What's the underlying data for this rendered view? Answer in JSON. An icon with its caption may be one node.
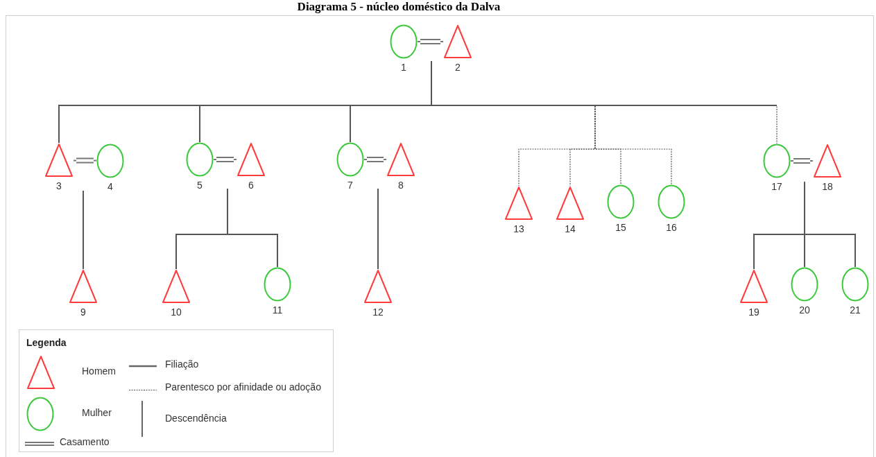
{
  "diagram": {
    "title": "Diagrama 5 - núcleo doméstico da Dalva",
    "nodes": [
      {
        "text": [],
        "shape": "circle",
        "beside": [
          "1"
        ]
      },
      {
        "text": [],
        "shape": "triangle",
        "beside": [
          "2"
        ]
      },
      {
        "text": [],
        "shape": "triangle",
        "beside": [
          "3"
        ]
      },
      {
        "text": [],
        "shape": "circle",
        "beside": [
          "4"
        ]
      },
      {
        "text": [],
        "shape": "circle",
        "beside": [
          "5"
        ]
      },
      {
        "text": [],
        "shape": "triangle",
        "beside": [
          "6"
        ]
      },
      {
        "text": [],
        "shape": "circle",
        "beside": [
          "7"
        ]
      },
      {
        "text": [],
        "shape": "triangle",
        "beside": [
          "8"
        ]
      },
      {
        "text": [],
        "shape": "triangle",
        "beside": [
          "9"
        ]
      },
      {
        "text": [],
        "shape": "triangle",
        "beside": [
          "10"
        ]
      },
      {
        "text": [],
        "shape": "circle",
        "beside": [
          "11"
        ]
      },
      {
        "text": [],
        "shape": "triangle",
        "beside": [
          "12"
        ]
      },
      {
        "text": [],
        "shape": "triangle",
        "beside": [
          "13"
        ]
      },
      {
        "text": [],
        "shape": "triangle",
        "beside": [
          "14"
        ]
      },
      {
        "text": [],
        "shape": "circle",
        "beside": [
          "15"
        ]
      },
      {
        "text": [],
        "shape": "circle",
        "beside": [
          "16"
        ]
      },
      {
        "text": [],
        "shape": "circle",
        "beside": [
          "17"
        ]
      },
      {
        "text": [],
        "shape": "triangle",
        "beside": [
          "18"
        ]
      },
      {
        "text": [],
        "shape": "triangle",
        "beside": [
          "19"
        ]
      },
      {
        "text": [],
        "shape": "circle",
        "beside": [
          "20"
        ]
      },
      {
        "text": [],
        "shape": "circle",
        "beside": [
          "21"
        ]
      }
    ],
    "edges": [
      {
        "from": 0,
        "to": 1,
        "arrow": "none"
      },
      {
        "from": null,
        "to": 2,
        "arrow": "none"
      },
      {
        "from": null,
        "to": 4,
        "arrow": "none"
      },
      {
        "from": null,
        "to": 6,
        "arrow": "none"
      },
      {
        "from": null,
        "to": 12,
        "arrow": "none",
        "style": "dashed"
      },
      {
        "from": null,
        "to": 13,
        "arrow": "none",
        "style": "dashed"
      },
      {
        "from": null,
        "to": 14,
        "arrow": "none",
        "style": "dashed"
      },
      {
        "from": null,
        "to": 15,
        "arrow": "none",
        "style": "dashed"
      },
      {
        "from": null,
        "to": 16,
        "arrow": "none",
        "style": "dashed"
      },
      {
        "from": 2,
        "to": 3,
        "arrow": "none"
      },
      {
        "from": null,
        "to": 8,
        "arrow": "none"
      },
      {
        "from": 4,
        "to": 5,
        "arrow": "none"
      },
      {
        "from": null,
        "to": 9,
        "arrow": "none"
      },
      {
        "from": null,
        "to": 10,
        "arrow": "none"
      },
      {
        "from": 6,
        "to": 7,
        "arrow": "none"
      },
      {
        "from": null,
        "to": 11,
        "arrow": "none"
      },
      {
        "from": 16,
        "to": 17,
        "arrow": "none"
      },
      {
        "from": null,
        "to": 18,
        "arrow": "none"
      },
      {
        "from": null,
        "to": 19,
        "arrow": "none"
      },
      {
        "from": null,
        "to": 20,
        "arrow": "none"
      }
    ],
    "labels": [
      "Legenda"
    ],
    "legend": [
      {
        "text": "Homem"
      },
      {
        "text": "Mulher"
      },
      {
        "text": "Casamento"
      },
      {
        "text": "Filiação"
      },
      {
        "text": "Parentesco por afinidade ou adoção"
      },
      {
        "text": "Descendência"
      }
    ]
  }
}
